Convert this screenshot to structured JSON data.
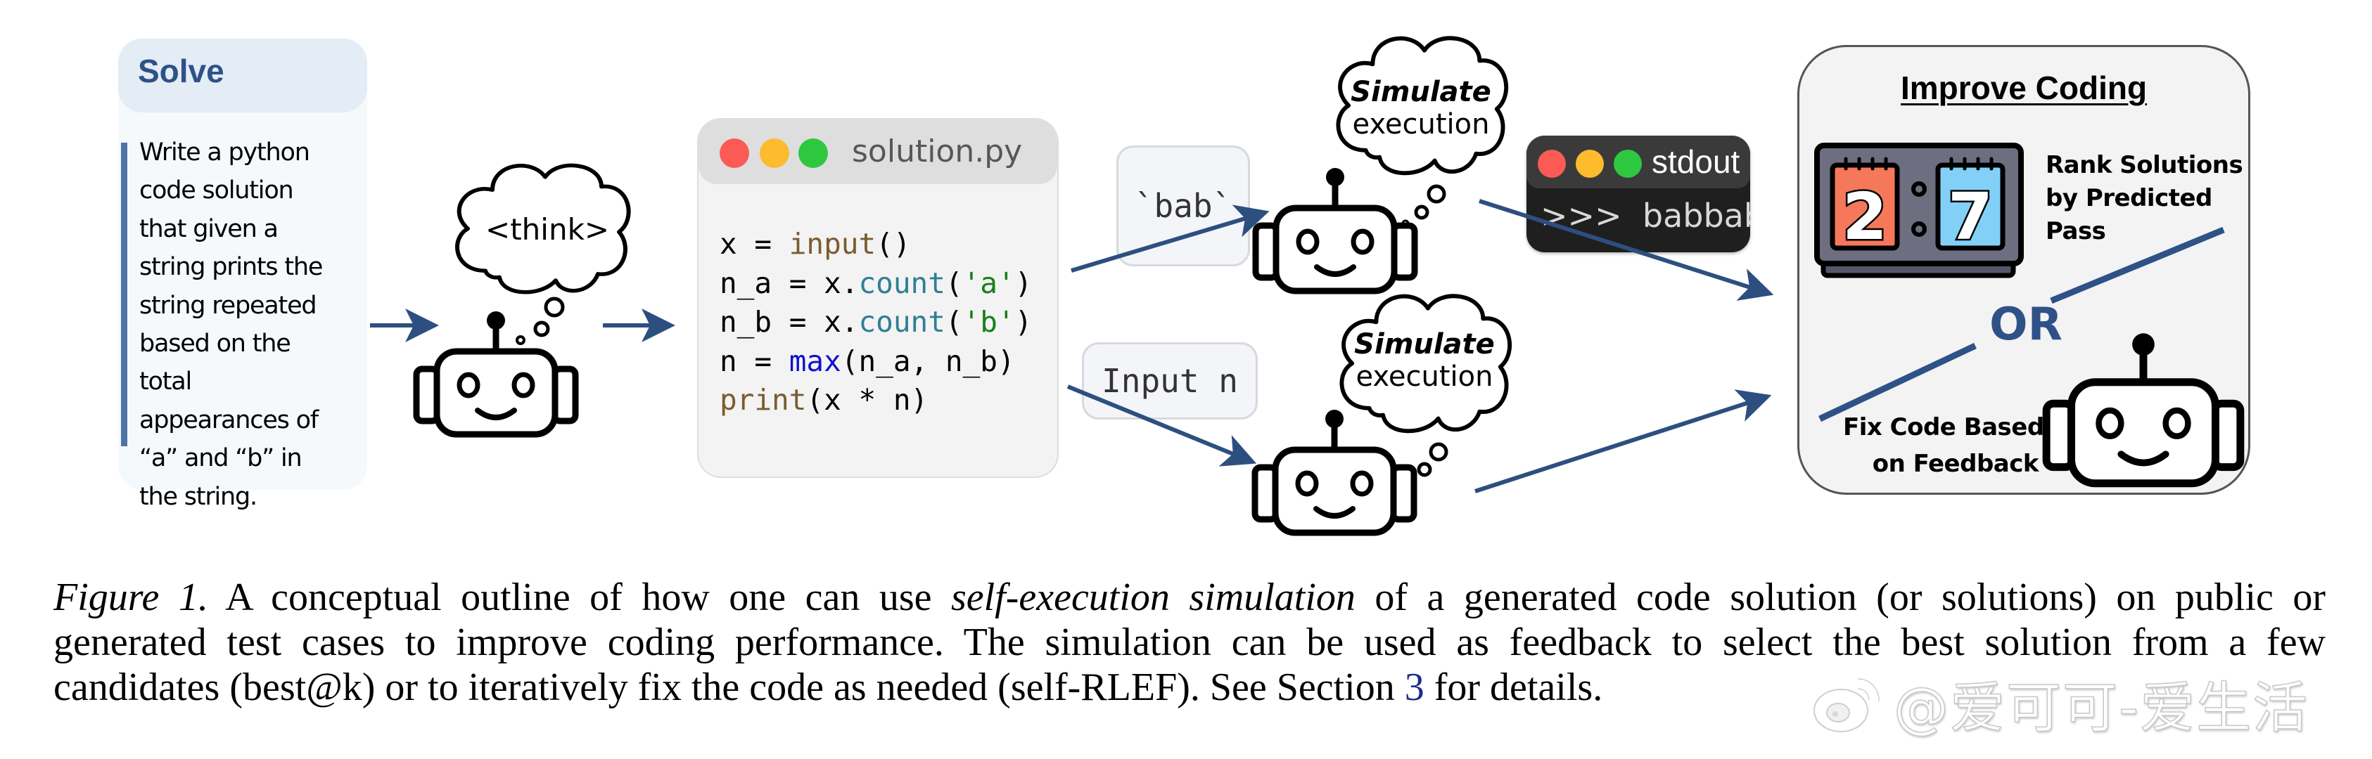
{
  "solve": {
    "title": "Solve",
    "lines": [
      "Write a python",
      "code solution",
      "that given a",
      "string prints the",
      "string repeated",
      "based on the",
      "total",
      "appearances of",
      "“a” and “b” in",
      "the string."
    ]
  },
  "think_bubble": {
    "text": "<think>"
  },
  "code_window": {
    "filename": "solution.py",
    "lines": [
      [
        {
          "t": "x = ",
          "c": "plain"
        },
        {
          "t": "input",
          "c": "fn"
        },
        {
          "t": "()",
          "c": "plain"
        }
      ],
      [
        {
          "t": "n_a = x.",
          "c": "plain"
        },
        {
          "t": "count",
          "c": "meth"
        },
        {
          "t": "(",
          "c": "plain"
        },
        {
          "t": "'a'",
          "c": "str"
        },
        {
          "t": ")",
          "c": "plain"
        }
      ],
      [
        {
          "t": "n_b = x.",
          "c": "plain"
        },
        {
          "t": "count",
          "c": "meth"
        },
        {
          "t": "(",
          "c": "plain"
        },
        {
          "t": "'b'",
          "c": "str"
        },
        {
          "t": ")",
          "c": "plain"
        }
      ],
      [
        {
          "t": "n = ",
          "c": "plain"
        },
        {
          "t": "max",
          "c": "bi"
        },
        {
          "t": "(n_a, n_b)",
          "c": "plain"
        }
      ],
      [
        {
          "t": "print",
          "c": "fn"
        },
        {
          "t": "(x * n)",
          "c": "plain"
        }
      ]
    ],
    "dot_colors": [
      "#fb5a55",
      "#fdbb2e",
      "#2ec840"
    ]
  },
  "test_inputs": {
    "top": "`bab`",
    "bottom": "Input n"
  },
  "simulate_bubbles": [
    {
      "line1": "Simulate",
      "line2": "execution"
    },
    {
      "line1": "Simulate",
      "line2": "execution"
    }
  ],
  "stdout_window": {
    "title": "stdout",
    "prompt": ">>>",
    "output": "babbab"
  },
  "improve_panel": {
    "title": "Improve Coding",
    "rank_lines": [
      "Rank Solutions",
      "by Predicted",
      "Pass"
    ],
    "scoreboard": {
      "left_digit": "2",
      "right_digit": "7"
    },
    "or_label": "OR",
    "fix_lines": [
      "Fix Code Based",
      "on Feedback"
    ]
  },
  "caption": {
    "label": "Figure 1.",
    "line1_a": "A conceptual outline of how one can use ",
    "line1_em": "self-execution simulation",
    "line1_b": " of a generated code solution (or solutions) on public or",
    "line2": "generated test cases to improve coding performance.  The simulation can be used as feedback to select the best solution from a few",
    "line3_a": "candidates (best@k) or to iteratively fix the code as needed (self-RLEF). See Section ",
    "line3_ref": "3",
    "line3_b": " for details."
  },
  "watermark": {
    "text": "@爱可可-爱生活"
  },
  "colors": {
    "accent_blue": "#2e5287",
    "arrow": "#2d4f80",
    "solve_bar": "#4d74a6",
    "score_red": "#f5785a",
    "score_blue": "#82d0f8",
    "score_body": "#6d6e80"
  }
}
